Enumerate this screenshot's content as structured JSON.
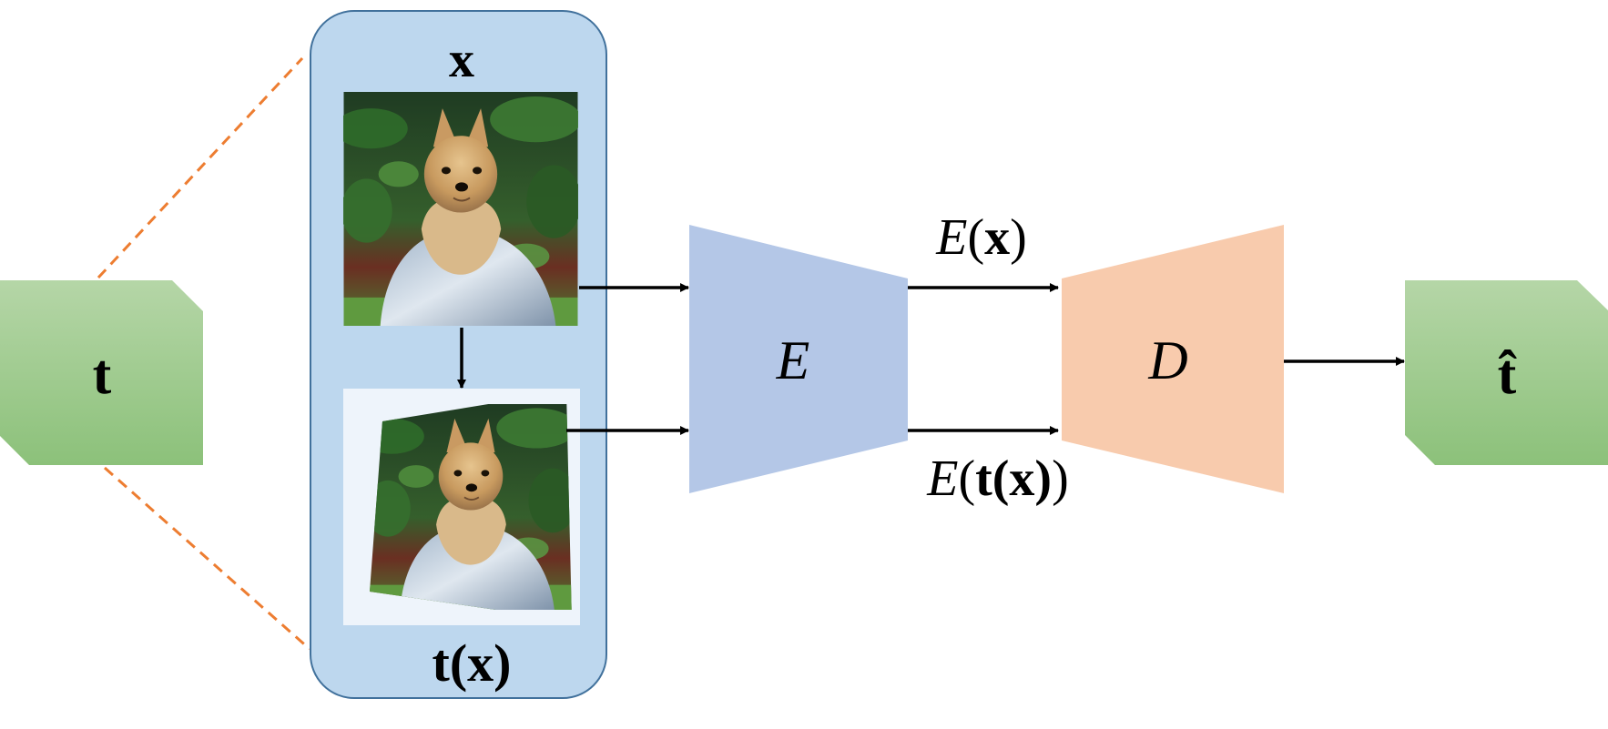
{
  "transform_label": "t",
  "input_label": "x",
  "transformed_label": "t(x)",
  "encoder_label": "E",
  "decoder_label": "D",
  "output_label": "t̂",
  "embedding_x": {
    "fn": "E",
    "open": "(",
    "arg": "x",
    "close": ")"
  },
  "embedding_tx": {
    "fn": "E",
    "open": "(",
    "arg": "t(x)",
    "close": ")"
  },
  "colors": {
    "panel_fill": "#bdd7ee",
    "panel_border": "#41719c",
    "encoder_fill": "#b4c7e7",
    "decoder_fill": "#f8cbad",
    "transform_box_top": "#b5d6a7",
    "transform_box_bottom": "#8cc17a",
    "dashed_line": "#ed7d31",
    "arrow": "#000000"
  },
  "icons": [
    "yorkshire-terrier-photo",
    "warped-yorkshire-terrier-photo"
  ]
}
